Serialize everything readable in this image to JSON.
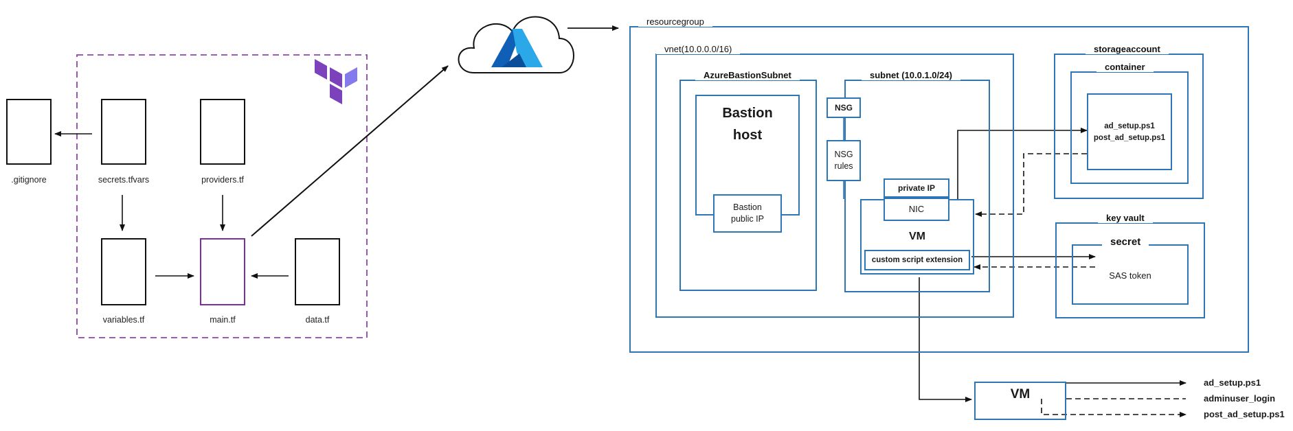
{
  "terraform": {
    "files": {
      "gitignore": ".gitignore",
      "secrets": "secrets.tfvars",
      "providers": "providers.tf",
      "variables": "variables.tf",
      "main": "main.tf",
      "data": "data.tf"
    }
  },
  "azure": {
    "resourcegroup": "resourcegroup",
    "vnet": "vnet(10.0.0.0/16)",
    "bastion_subnet": "AzureBastionSubnet",
    "bastion_host_line1": "Bastion",
    "bastion_host_line2": "host",
    "bastion_ip_line1": "Bastion",
    "bastion_ip_line2": "public IP",
    "subnet": "subnet (10.0.1.0/24)",
    "nsg": "NSG",
    "nsg_rules_line1": "NSG",
    "nsg_rules_line2": "rules",
    "private_ip": "private IP",
    "nic": "NIC",
    "vm": "VM",
    "custom_script": "custom script extension",
    "storageaccount": "storageaccount",
    "container": "container",
    "script1": "ad_setup.ps1",
    "script2": "post_ad_setup.ps1",
    "keyvault": "key vault",
    "secret": "secret",
    "sas_token": "SAS token"
  },
  "vm_outputs": {
    "vm": "VM",
    "out1": "ad_setup.ps1",
    "out2": "adminuser_login",
    "out3": "post_ad_setup.ps1"
  },
  "colors": {
    "azure_blue": "#2e75b6",
    "terraform_purple": "#7b42bc",
    "dashed_border": "#8e44ad",
    "main_tf_border": "#7a2fa0"
  }
}
